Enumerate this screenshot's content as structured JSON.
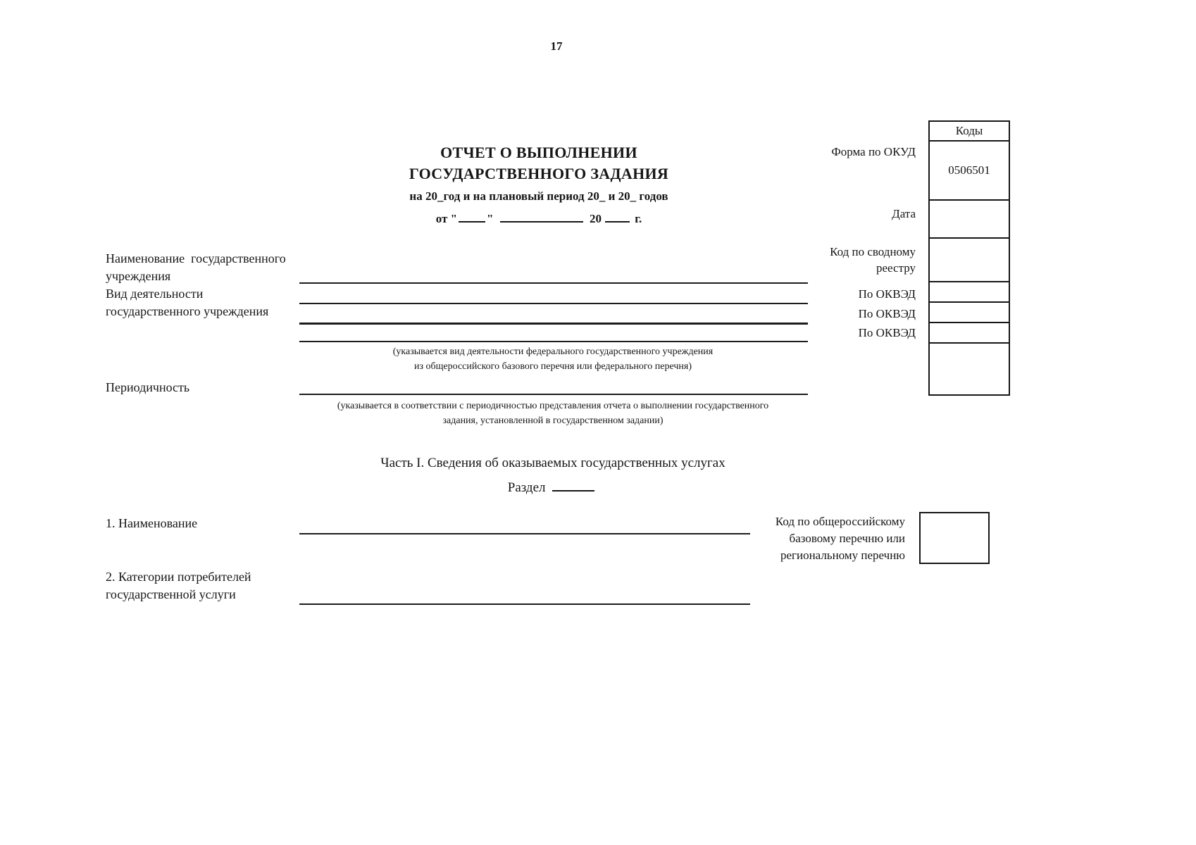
{
  "page": {
    "number": "17"
  },
  "header": {
    "title_line1": "ОТЧЕТ О ВЫПОЛНЕНИИ",
    "title_line2": "ГОСУДАРСТВЕННОГО ЗАДАНИЯ",
    "subtitle": "на 20_год и на плановый период 20_ и 20_ годов",
    "date_line": {
      "part1": "от \"",
      "part2": "\"",
      "part3": "20",
      "part4": "г."
    }
  },
  "codes": {
    "header": "Коды",
    "okud_label": "Форма по ОКУД",
    "okud_value": "0506501",
    "date_label": "Дата",
    "registry_label_line1": "Код по сводному",
    "registry_label_line2": "реестру",
    "okved_label_1": "По ОКВЭД",
    "okved_label_2": "По ОКВЭД",
    "okved_label_3": "По ОКВЭД"
  },
  "fields": {
    "name_label_line1": "Наименование  государственного",
    "name_label_line2": "учреждения",
    "activity_label_line1": "Вид деятельности",
    "activity_label_line2": "государственного учреждения",
    "activity_note_line1": "(указывается вид деятельности федерального государственного учреждения",
    "activity_note_line2": "из общероссийского базового перечня или федерального перечня)",
    "periodicity_label": "Периодичность",
    "periodicity_note_line1": "(указывается в соответствии с периодичностью представления отчета о выполнении государственного",
    "periodicity_note_line2": "задания, установленной в государственном задании)"
  },
  "part1": {
    "title": "Часть I. Сведения об оказываемых государственных услугах",
    "section_label": "Раздел",
    "item1_label": "1. Наименование",
    "code_ref_label_line1": "Код по общероссийскому",
    "code_ref_label_line2": "базовому перечню или",
    "code_ref_label_line3": "региональному перечню",
    "item2_label_line1": "2. Категории потребителей",
    "item2_label_line2": "государственной услуги"
  }
}
